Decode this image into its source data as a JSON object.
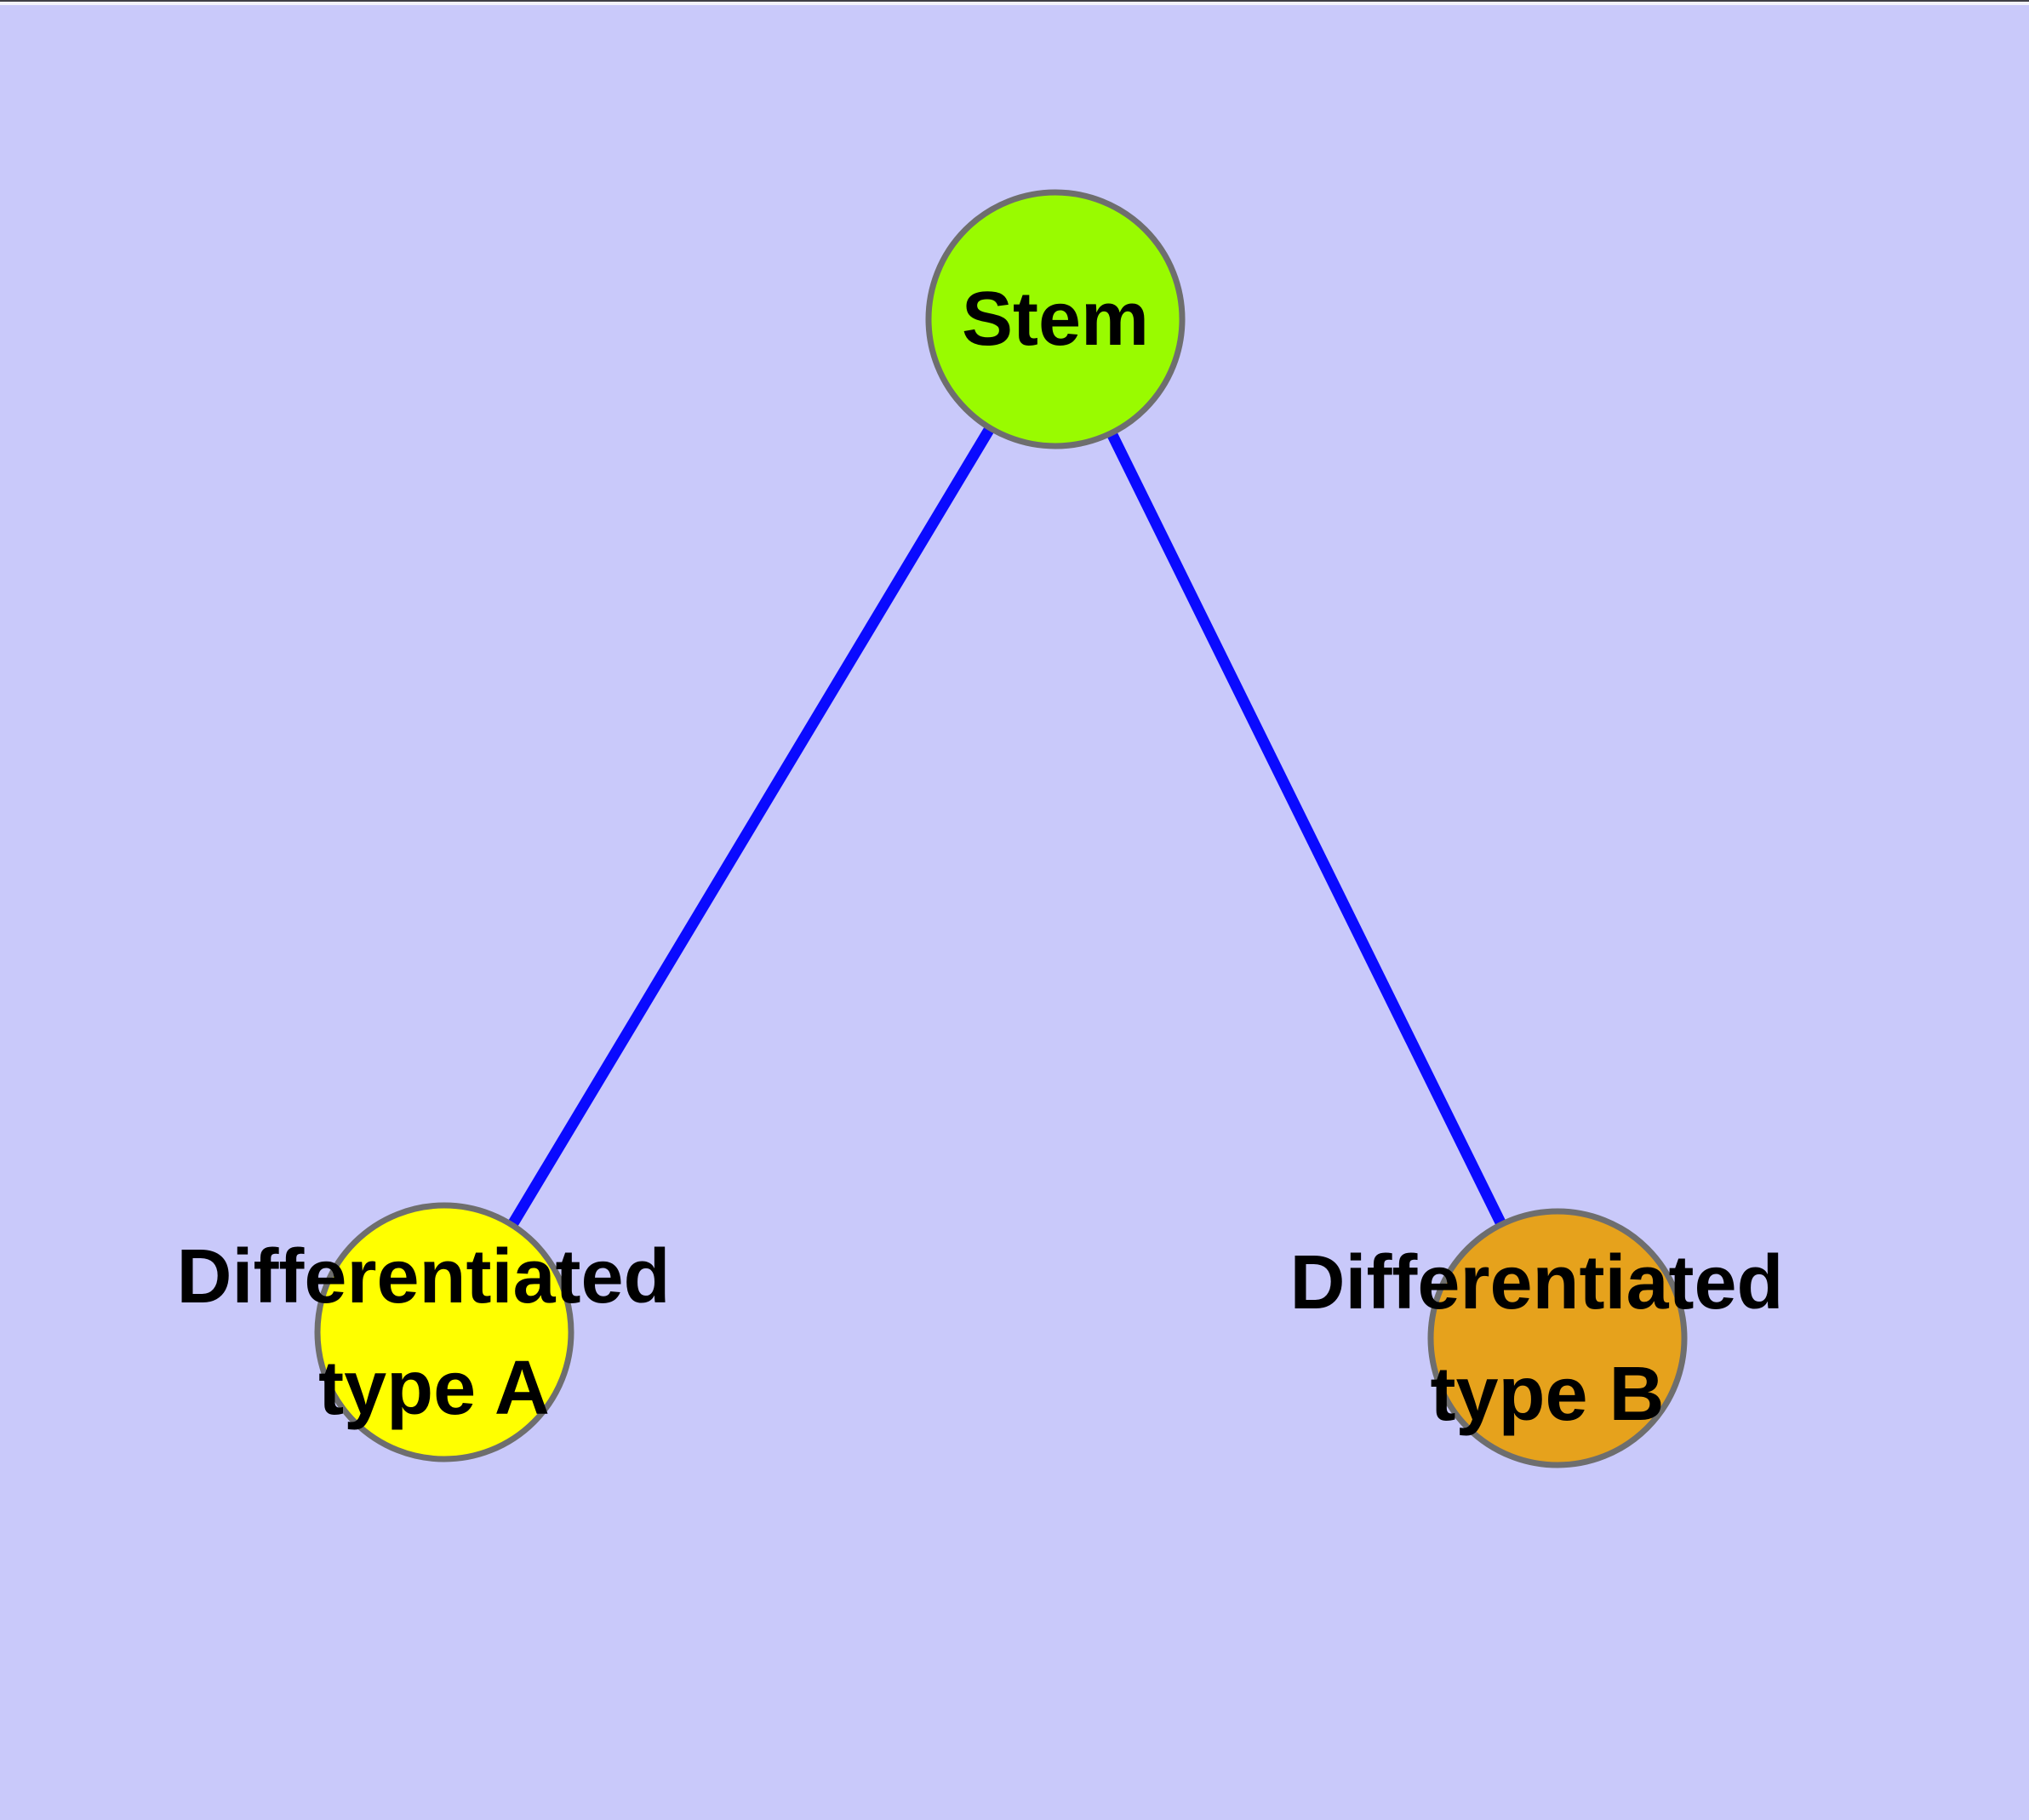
{
  "canvas": {
    "background": "#C9C9FA",
    "top_edge_line_color": "#3F3F46",
    "top_edge_strip_color": "#F2F2FC"
  },
  "graph": {
    "edge_color": "#0A0AFF",
    "node_border_color": "#6E6E6E",
    "text_color": "#000000",
    "nodes": {
      "stem": {
        "label": "Stem",
        "fill": "#99FB00"
      },
      "diff_a": {
        "label_line1": "Differentiated",
        "label_line2": "type A",
        "fill": "#FFFF00"
      },
      "diff_b": {
        "label_line1": "Differentiated",
        "label_line2": "type B",
        "fill": "#E6A21C"
      }
    }
  }
}
